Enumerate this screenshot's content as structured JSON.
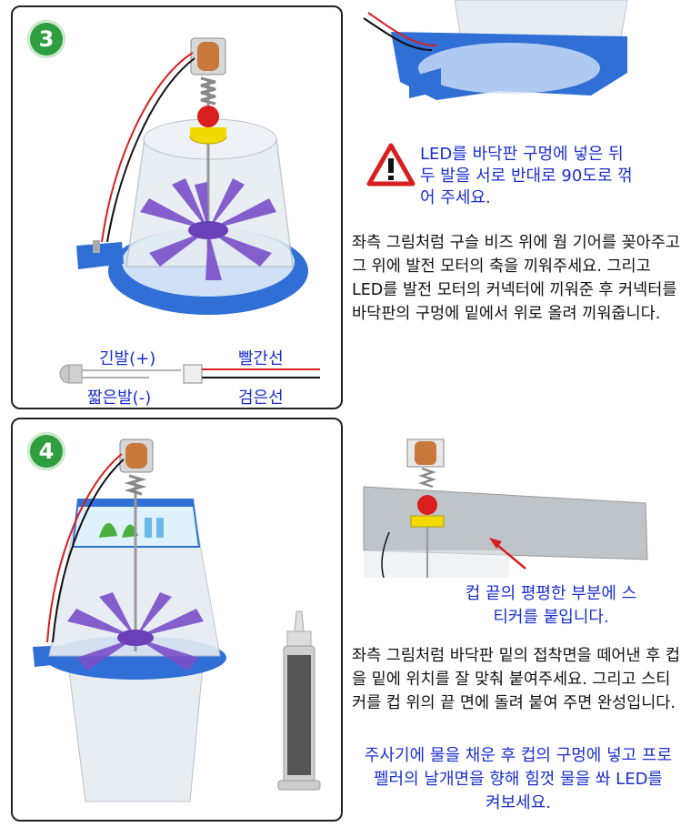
{
  "step3": {
    "badge": "3",
    "long_leg_label": "긴발(+)",
    "short_leg_label": "짧은발(-)",
    "red_wire_label": "빨간선",
    "black_wire_label": "검은선"
  },
  "warning": {
    "icon": "warning-triangle-icon",
    "text": "LED를 바닥판 구멍에 넣은 뒤 두 발을 서로 반대로 90도로 꺾어 주세요."
  },
  "step3_text": "좌측 그림처럼 구슬 비즈 위에 웜 기어를 꽂아주고 그 위에 발전 모터의 축을 끼워주세요. 그리고 LED를 발전 모터의 커넥터에 끼워준 후 커넥터를 바닥판의 구멍에 밑에서 위로 올려 끼워줍니다.",
  "step4": {
    "badge": "4"
  },
  "sticker_note": "컵 끝의 평평한 부분에 스티커를 붙입니다.",
  "step4_text": "좌측 그림처럼 바닥판 밑의 접착면을 떼어낸 후 컵을 밑에 위치를 잘 맞춰 붙여주세요. 그리고 스티커를 컵 위의 끝 면에 돌려 붙여 주면 완성입니다.",
  "final_note": "주사기에 물을 채운 후 컵의 구멍에 넣고 프로펠러의 날개면을 향해 힘껏 물을 쏴 LED를 켜보세요.",
  "colors": {
    "accent_blue": "#1a2fd0",
    "badge_green": "#2e9e3e",
    "base_blue": "#2f6fd6",
    "propeller_purple": "#7b4fc9",
    "warning_red": "#d81e1e"
  }
}
